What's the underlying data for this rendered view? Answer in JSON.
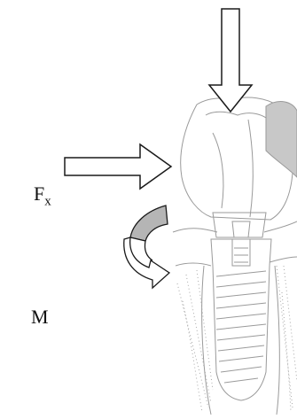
{
  "labels": {
    "fx_main": "F",
    "fx_sub": "x",
    "moment": "M"
  },
  "colors": {
    "stroke": "#1a1a1a",
    "sketch": "#9a9a9a",
    "moment_fill": "#b5b5b5",
    "background": "#ffffff"
  },
  "icons": {
    "vertical_force": "down-arrow-icon",
    "horizontal_force": "right-arrow-icon",
    "moment": "curved-arrow-icon"
  }
}
